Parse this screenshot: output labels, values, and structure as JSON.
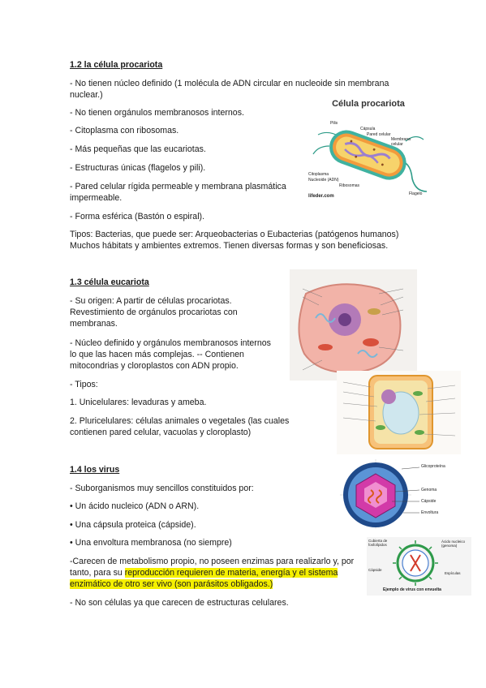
{
  "s12": {
    "heading": "1.2 la célula procariota",
    "p1a": "- No tienen núcleo definido  (1 molécula de ADN circular en nucleoide sin membrana",
    "p1b": "nuclear.)",
    "p2": "- No tienen orgánulos membranosos internos.",
    "p3": "- Citoplasma con ribosomas.",
    "p4": "- Más pequeñas que las eucariotas.",
    "p5": "- Estructuras únicas (flagelos y pili).",
    "p6a": "- Pared celular rígida permeable y membrana plasmática",
    "p6b": "impermeable.",
    "p7": "- Forma esférica (Bastón o espiral).",
    "p8a": "Tipos: Bacterias, que puede ser: Arqueobacterias o Eubacterias (patógenos humanos)",
    "p8b": "Muchos hábitats y ambientes extremos. Tienen diversas formas y son beneficiosas.",
    "figure": {
      "title": "Célula procariota",
      "labels": [
        "Pilis",
        "Cápsula",
        "Pared celular",
        "Membrana celular",
        "Citoplasma",
        "Nucleoide (ADN)",
        "Ribosomas",
        "Flagelo"
      ],
      "credit": "lifeder.com"
    }
  },
  "s13": {
    "heading": "1.3 célula eucariota",
    "p1a": "- Su origen: A partir de células procariotas.",
    "p1b": "Revestimiento de orgánulos procariotas con",
    "p1c": "membranas.",
    "p2a": "- Núcleo definido y orgánulos membranosos internos",
    "p2b": "lo que las hacen más complejas. -- Contienen",
    "p2c": "mitocondrias y cloroplastos con ADN propio.",
    "p3": "- Tipos:",
    "p4": "1. Unicelulares: levaduras y ameba.",
    "p5a": "2. Pluricelulares: células animales o vegetales (las cuales",
    "p5b": "contienen pared celular, vacuolas y cloroplasto)"
  },
  "s14": {
    "heading": "1.4 los virus",
    "p1": "- Suborganismos muy sencillos constituidos por:",
    "b1": "• Un ácido nucleico (ADN o ARN).",
    "b2": "• Una cápsula proteica (cápside).",
    "b3": "• Una envoltura membranosa (no siempre)",
    "p2a": "-Carecen de metabolismo propio, no poseen enzimas para realizarlo y, por",
    "p2b_pre": "tanto, para su ",
    "p2b_hl": "reproducción requieren de materia, energía y el sistema",
    "p2c": "enzimático de otro ser vivo (son parásitos obligados.)",
    "p3": "- No son células ya que carecen de estructuras celulares.",
    "virus_fig": {
      "labels": [
        "Glicoproteína",
        "Genoma",
        "Cápside",
        "Envoltura"
      ]
    },
    "virus_fig2": {
      "labels": [
        "Cubierta de fosfolípidos",
        "Ácido nucleico (genoma)",
        "Cápside",
        "Espículas"
      ],
      "caption": "Ejemplo de virus con envuelta"
    }
  }
}
